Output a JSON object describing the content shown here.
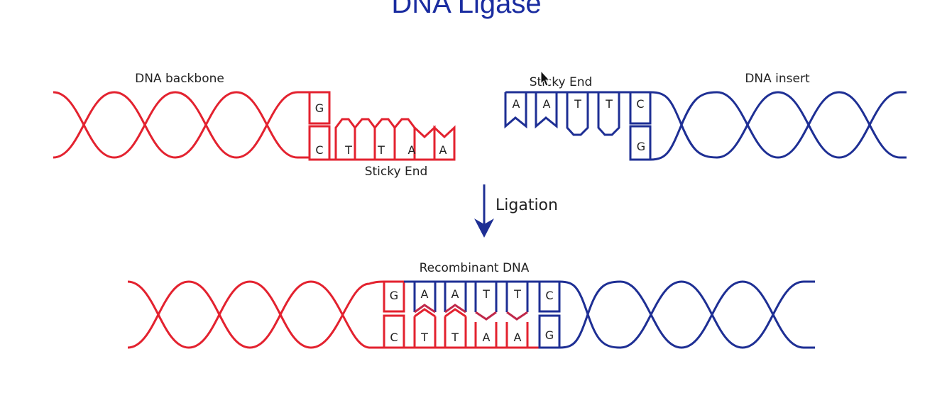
{
  "title": "DNA Ligase",
  "colors": {
    "red": "#e3222f",
    "blue": "#1e2f94",
    "title": "#1a2ca0",
    "text": "#222222"
  },
  "labels": {
    "backbone": "DNA backbone",
    "sticky_end_top": "Sticky End",
    "insert": "DNA insert",
    "sticky_end_bottom": "Sticky End",
    "ligation": "Ligation",
    "recombinant": "Recombinant DNA"
  },
  "backbone": {
    "top_base": "G",
    "bottom_bases": [
      "C",
      "T",
      "T",
      "A",
      "A"
    ]
  },
  "insert": {
    "top_bases": [
      "A",
      "A",
      "T",
      "T",
      "C"
    ],
    "bottom_base": "G"
  },
  "recombinant": {
    "top_bases": [
      "G",
      "A",
      "A",
      "T",
      "T",
      "C"
    ],
    "bottom_bases": [
      "C",
      "T",
      "T",
      "A",
      "A",
      "G"
    ]
  }
}
